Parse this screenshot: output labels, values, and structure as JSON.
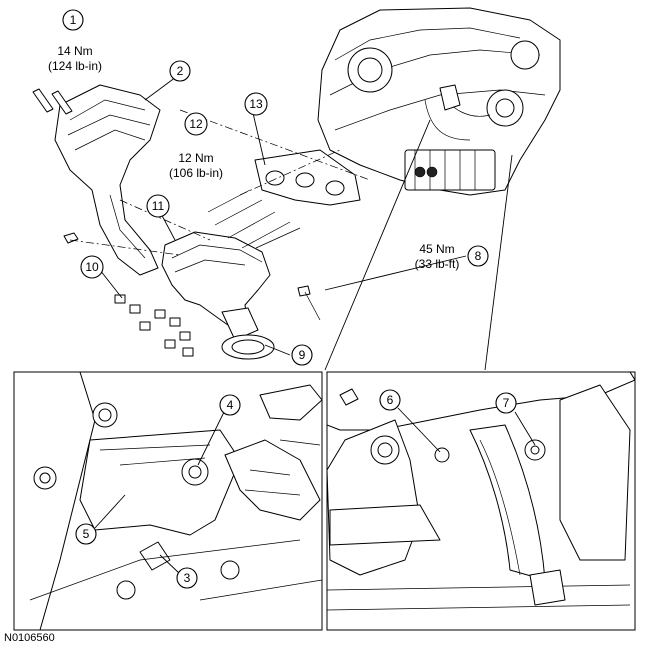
{
  "callouts": [
    {
      "id": "1",
      "label": "1"
    },
    {
      "id": "2",
      "label": "2"
    },
    {
      "id": "3",
      "label": "3"
    },
    {
      "id": "4",
      "label": "4"
    },
    {
      "id": "5",
      "label": "5"
    },
    {
      "id": "6",
      "label": "6"
    },
    {
      "id": "7",
      "label": "7"
    },
    {
      "id": "8",
      "label": "8"
    },
    {
      "id": "9",
      "label": "9"
    },
    {
      "id": "10",
      "label": "10"
    },
    {
      "id": "11",
      "label": "11"
    },
    {
      "id": "12",
      "label": "12"
    },
    {
      "id": "13",
      "label": "13"
    }
  ],
  "torque_specs": {
    "spec_1": {
      "metric": "14 Nm",
      "imperial": "(124 lb-in)"
    },
    "spec_12": {
      "metric": "12 Nm",
      "imperial": "(106 lb-in)"
    },
    "spec_8": {
      "metric": "45 Nm",
      "imperial": "(33 lb-ft)"
    }
  },
  "figure_id": "N0106560"
}
